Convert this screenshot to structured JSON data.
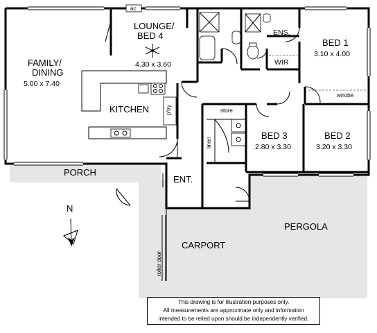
{
  "rooms": {
    "family": {
      "name_line1": "FAMILY/",
      "name_line2": "DINING",
      "size": "5.00 x 7.40"
    },
    "lounge": {
      "name_line1": "LOUNGE/",
      "name_line2": "BED 4",
      "size": "4.30 x 3.60"
    },
    "kitchen": {
      "name": "KITCHEN"
    },
    "bed1": {
      "name": "BED 1",
      "size": "3.10 x 4.00"
    },
    "bed2": {
      "name": "BED 2",
      "size": "3.20 x 3.30"
    },
    "bed3": {
      "name": "BED 3",
      "size": "2.80 x 3.30"
    },
    "ens": {
      "name": "ENS."
    },
    "wir": {
      "name": "WIR"
    },
    "entry": {
      "name": "ENT."
    },
    "porch": {
      "name": "PORCH"
    },
    "carport": {
      "name": "CARPORT"
    },
    "pergola": {
      "name": "PERGOLA"
    }
  },
  "labels": {
    "ac": "ac",
    "pantry": "p'try",
    "store": "store",
    "linen": "linen",
    "wrobe": "w/robe",
    "roller_door": "roller door",
    "north": "N"
  },
  "disclaimer": {
    "line1": "This drawing is for illustration purposes only.",
    "line2": "All measurements are approximate only and information",
    "line3": "intended to be relied upon should be independently verified."
  }
}
